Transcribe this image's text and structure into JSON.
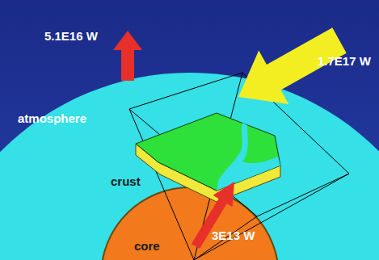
{
  "diagram": {
    "labels": [
      "5.1E16 W",
      "1.7E17 W",
      "atmosphere",
      "crust",
      "core",
      "3E13 W"
    ]
  }
}
